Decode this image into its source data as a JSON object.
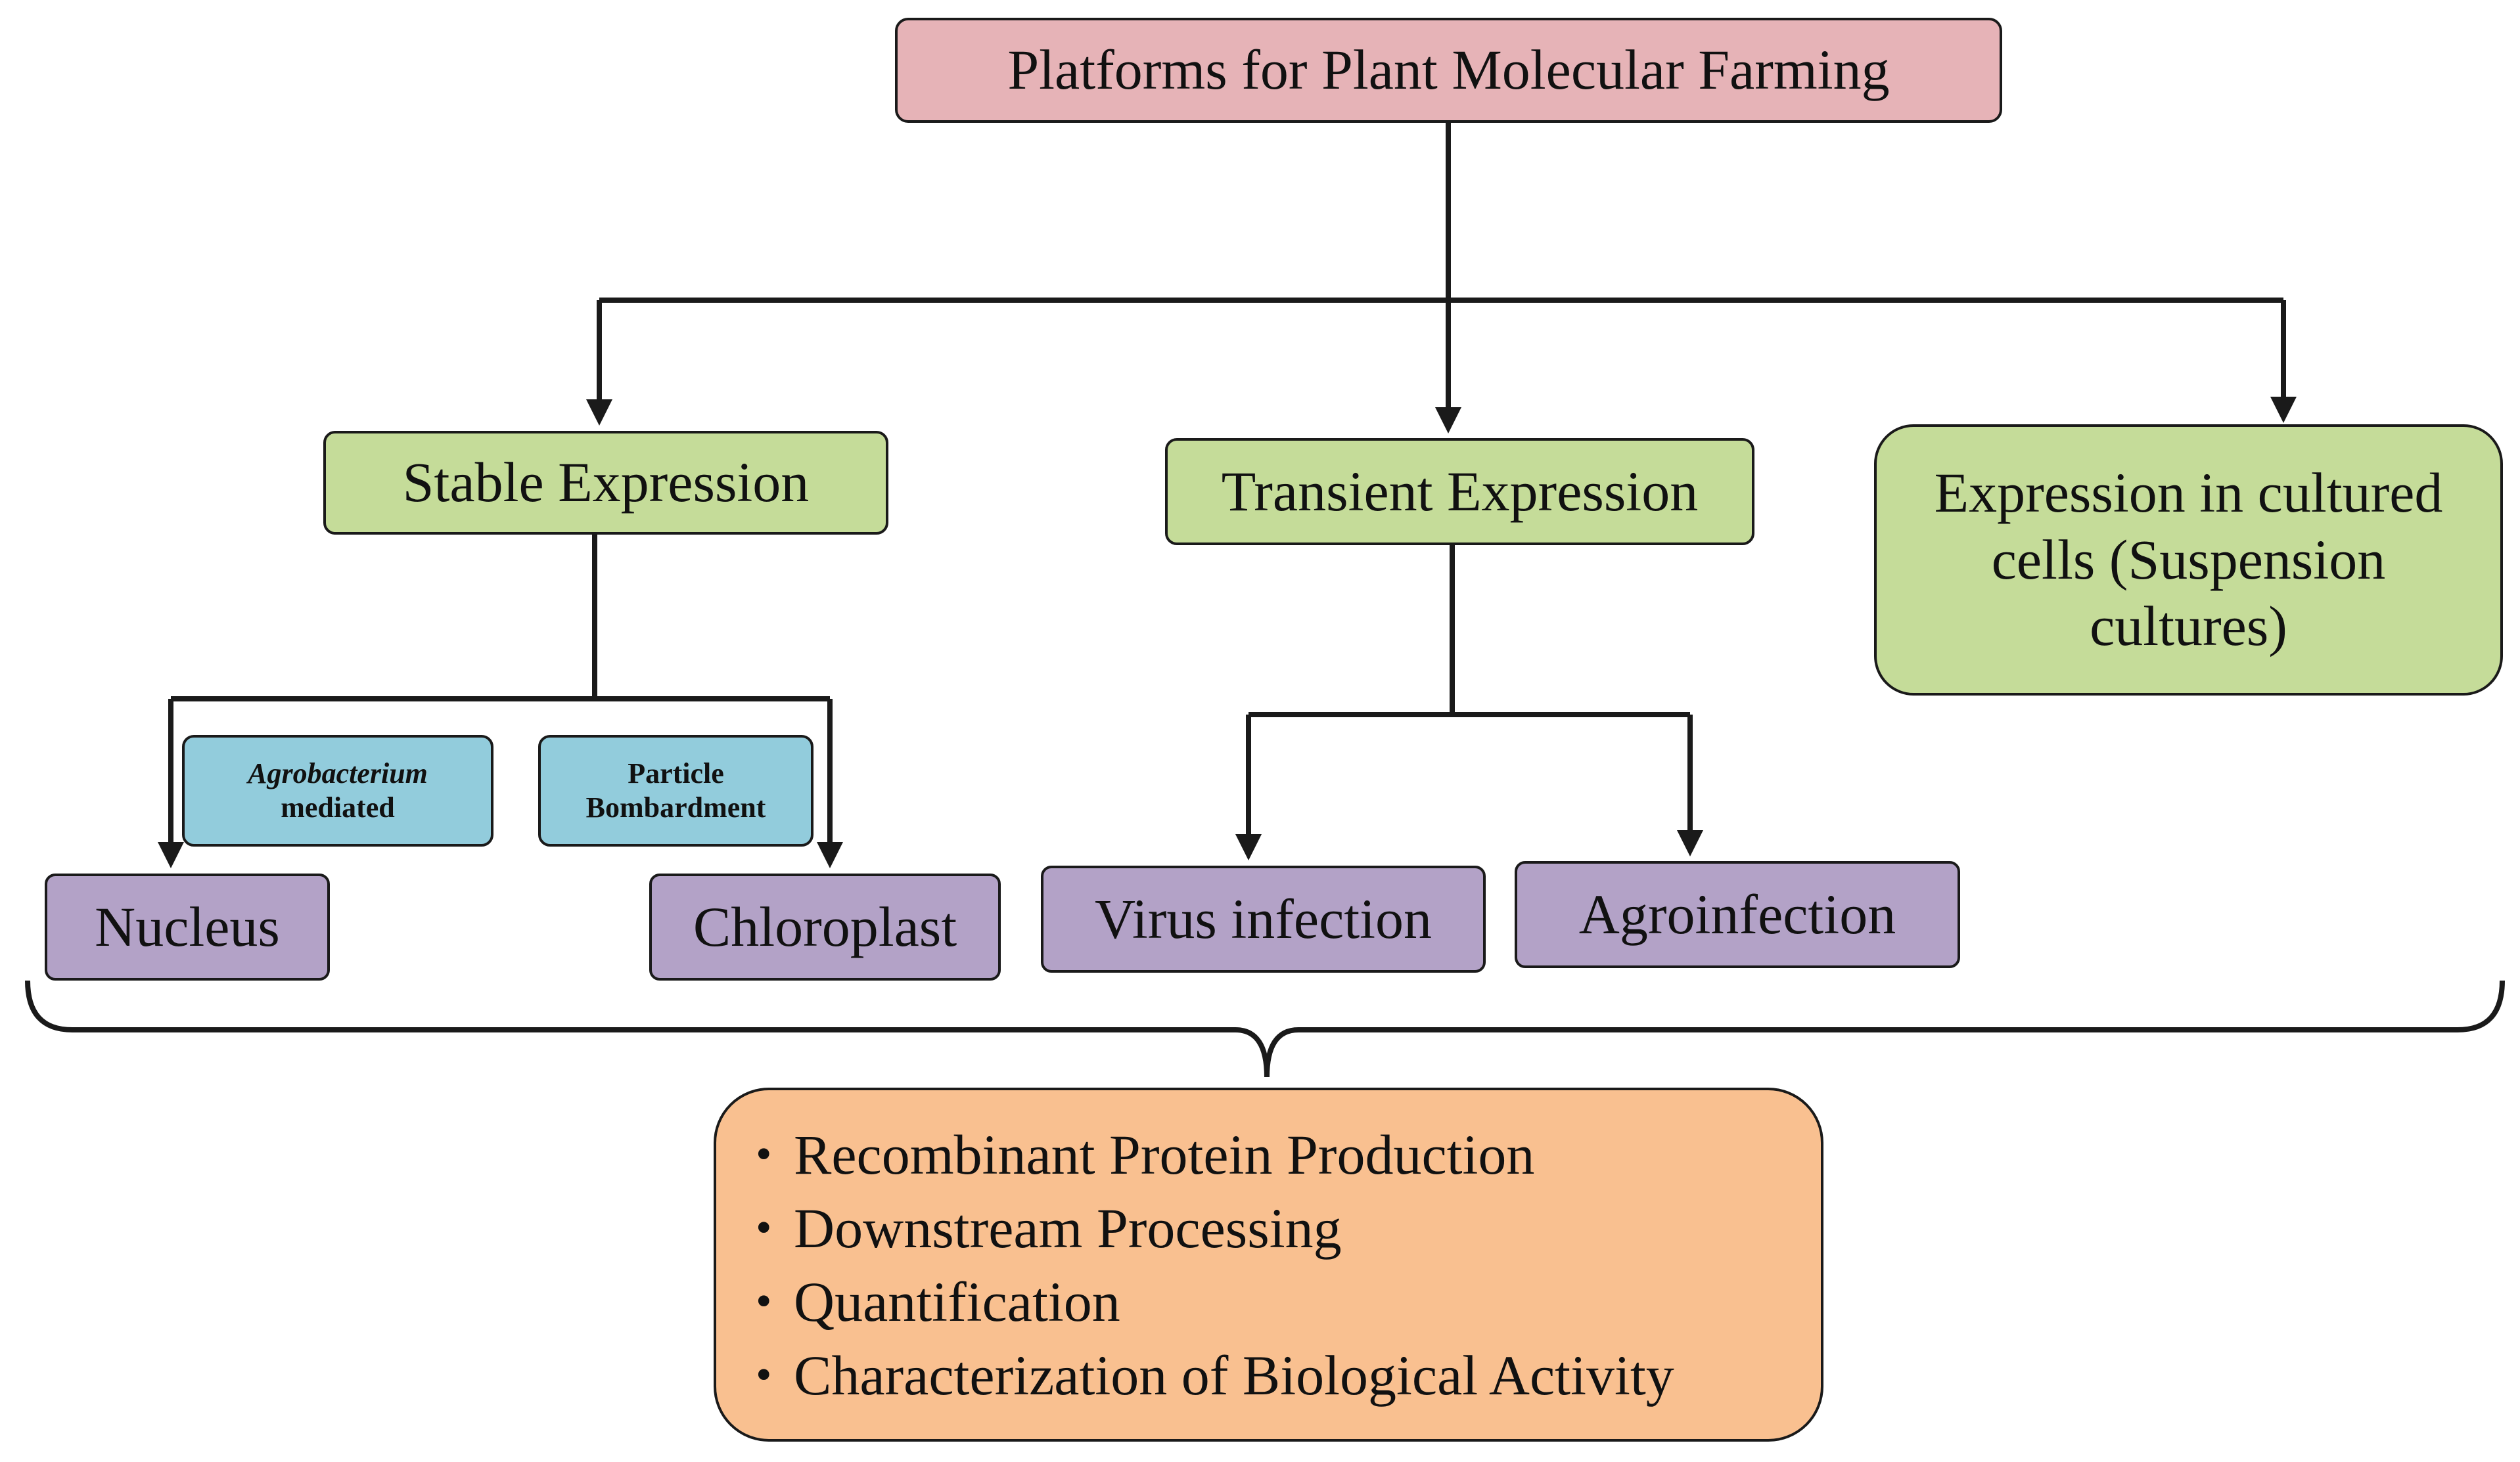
{
  "title": "Platforms for Plant Molecular Farming",
  "branches": {
    "stable": "Stable Expression",
    "transient": "Transient Expression",
    "cultured": [
      "Expression in cultured",
      "cells (Suspension",
      "cultures)"
    ]
  },
  "methods": {
    "agrobacterium": [
      "Agrobacterium",
      "mediated"
    ],
    "particle": [
      "Particle",
      "Bombardment"
    ]
  },
  "targets": {
    "nucleus": "Nucleus",
    "chloroplast": "Chloroplast",
    "virus": "Virus infection",
    "agroinfection": "Agroinfection"
  },
  "outcomes": [
    "Recombinant Protein Production",
    "Downstream Processing",
    "Quantification",
    "Characterization of Biological Activity"
  ],
  "colors": {
    "title_fill": "#e6b3b7",
    "branch_fill": "#c5dc99",
    "method_fill": "#92ccdc",
    "target_fill": "#b3a2c7",
    "outcome_fill": "#f9c090",
    "line": "#1a1a1a"
  }
}
